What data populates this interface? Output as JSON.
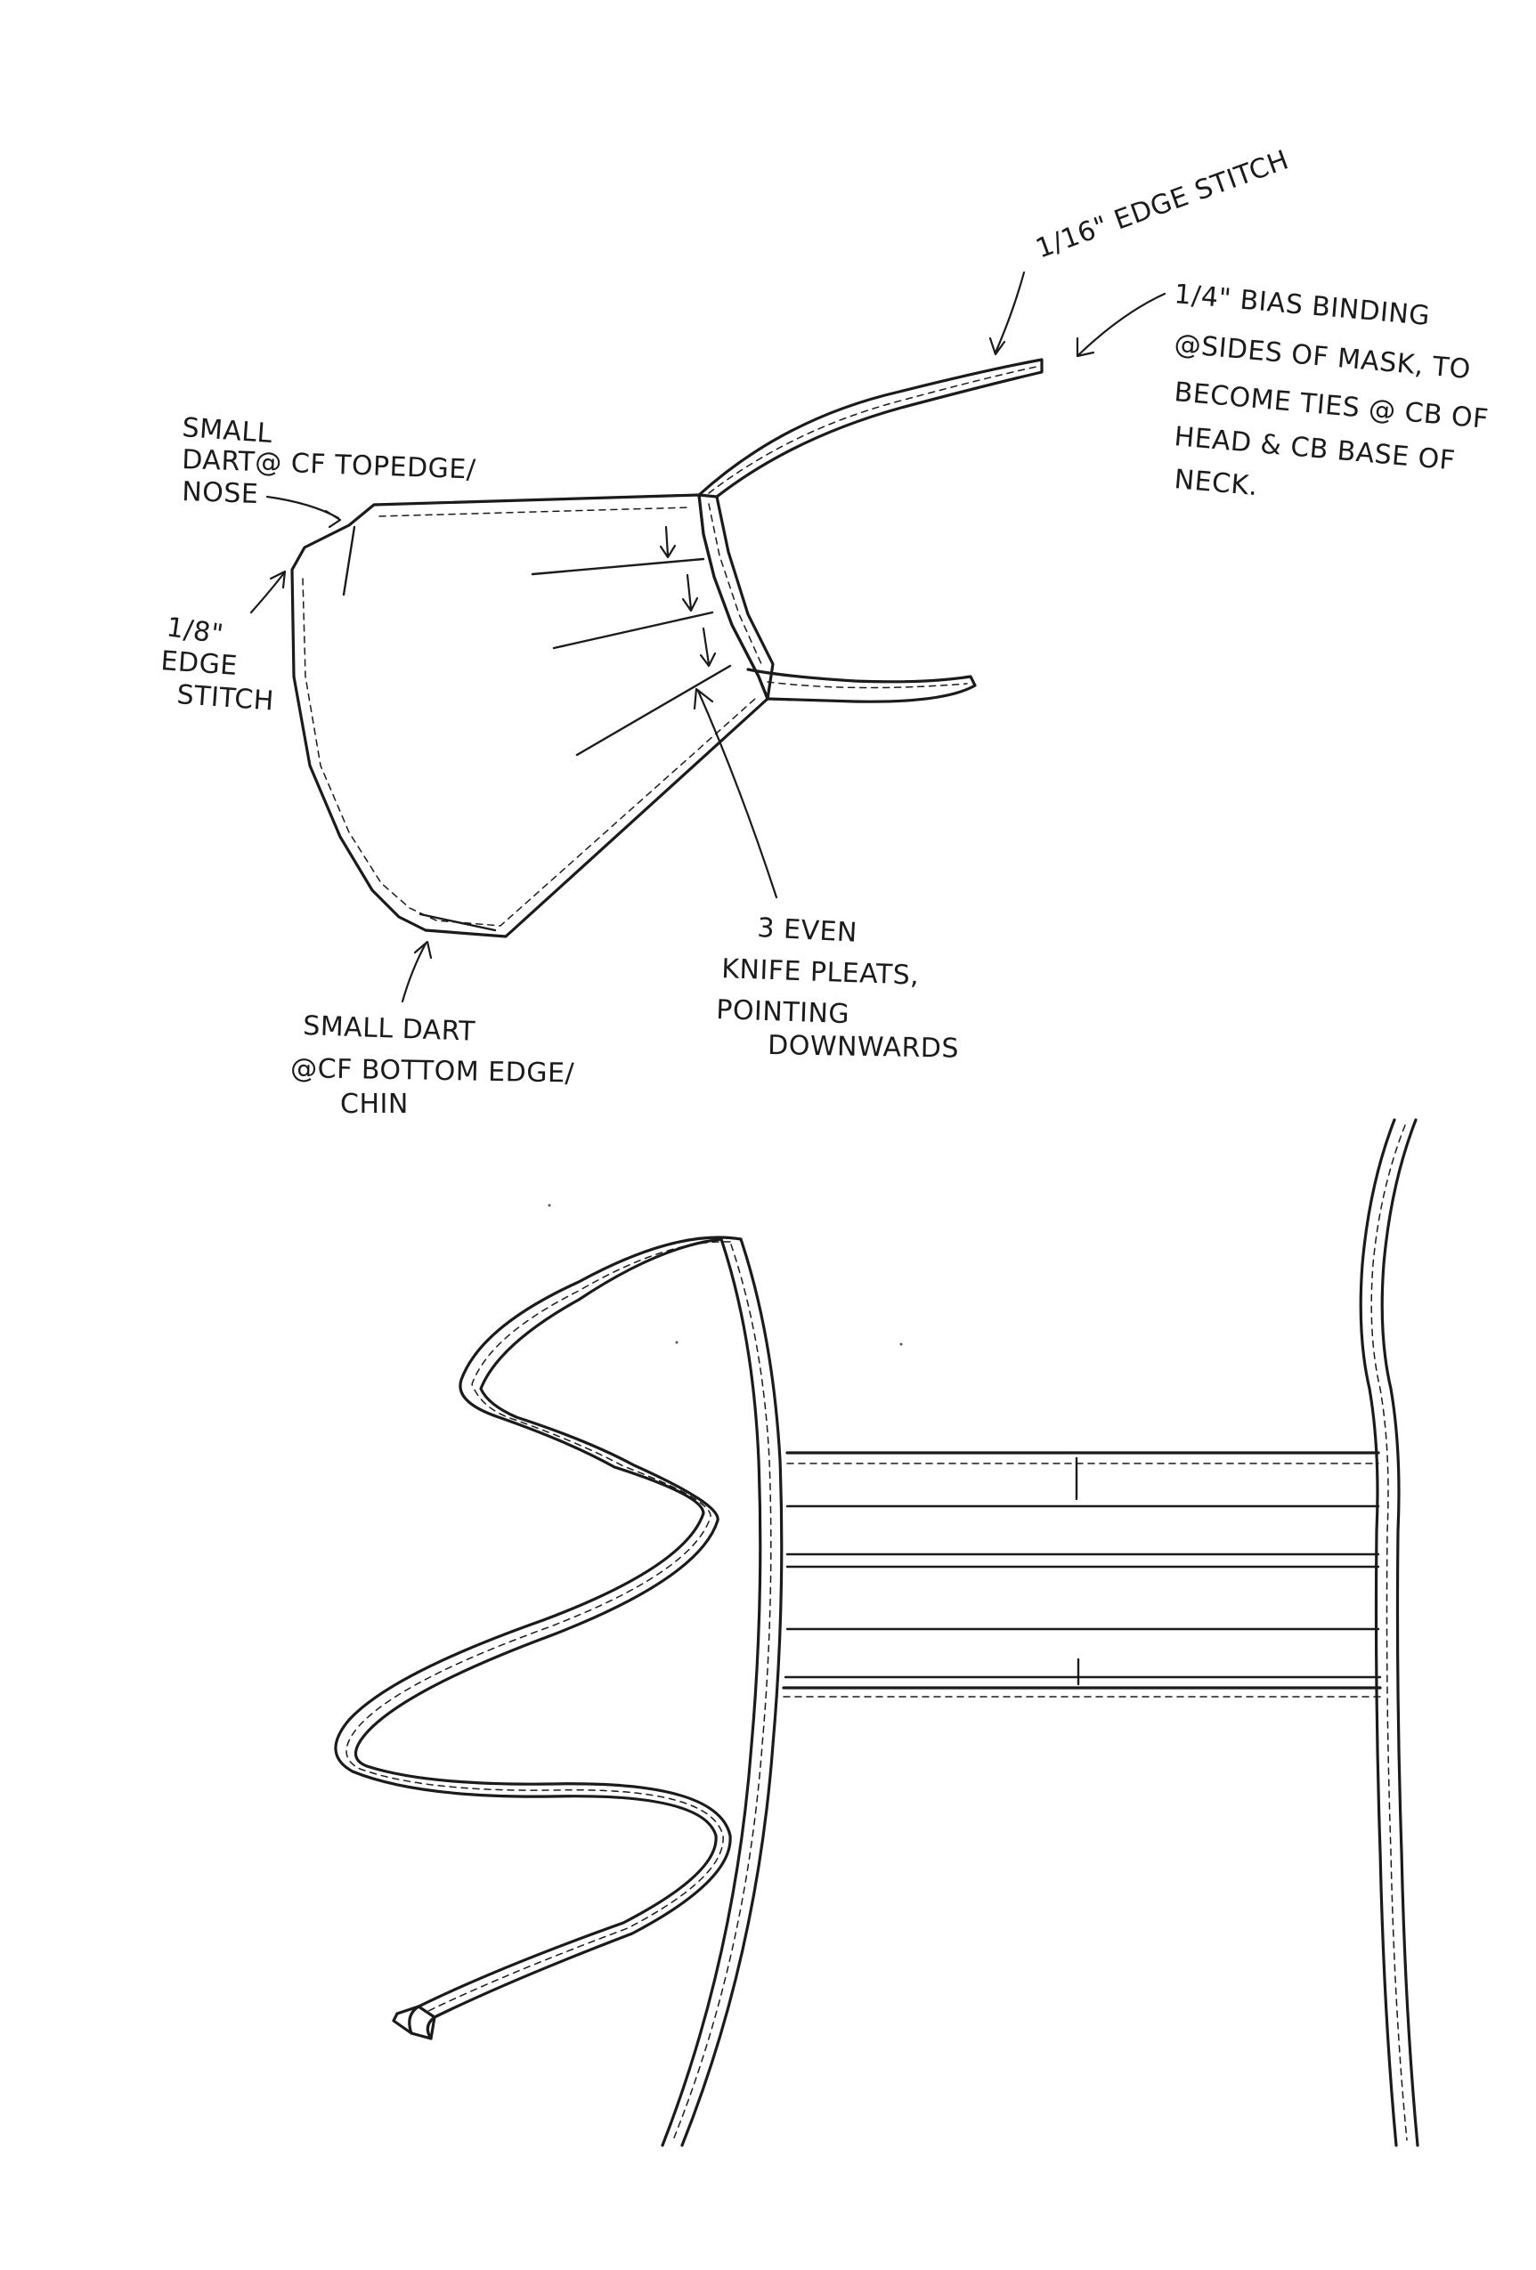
{
  "annotations": {
    "edge_stitch_16": "1/16\" EDGE STITCH",
    "bias_binding": [
      "1/4\" BIAS BINDING",
      "@SIDES OF MASK, TO",
      "BECOME TIES @ CB OF",
      "HEAD & CB BASE OF",
      "NECK."
    ],
    "nose_dart": [
      "SMALL",
      "DART@ CF TOPEDGE/",
      "NOSE"
    ],
    "edge_stitch_8": [
      "1/8\"",
      "EDGE",
      "STITCH"
    ],
    "chin_dart": [
      "SMALL DART",
      "@CF BOTTOM EDGE/",
      "CHIN"
    ],
    "knife_pleats": [
      "3 EVEN",
      "KNIFE PLEATS,",
      "POINTING",
      "DOWNWARDS"
    ]
  },
  "colors": {
    "ink": "#1b1b1b",
    "paper": "#ffffff"
  }
}
